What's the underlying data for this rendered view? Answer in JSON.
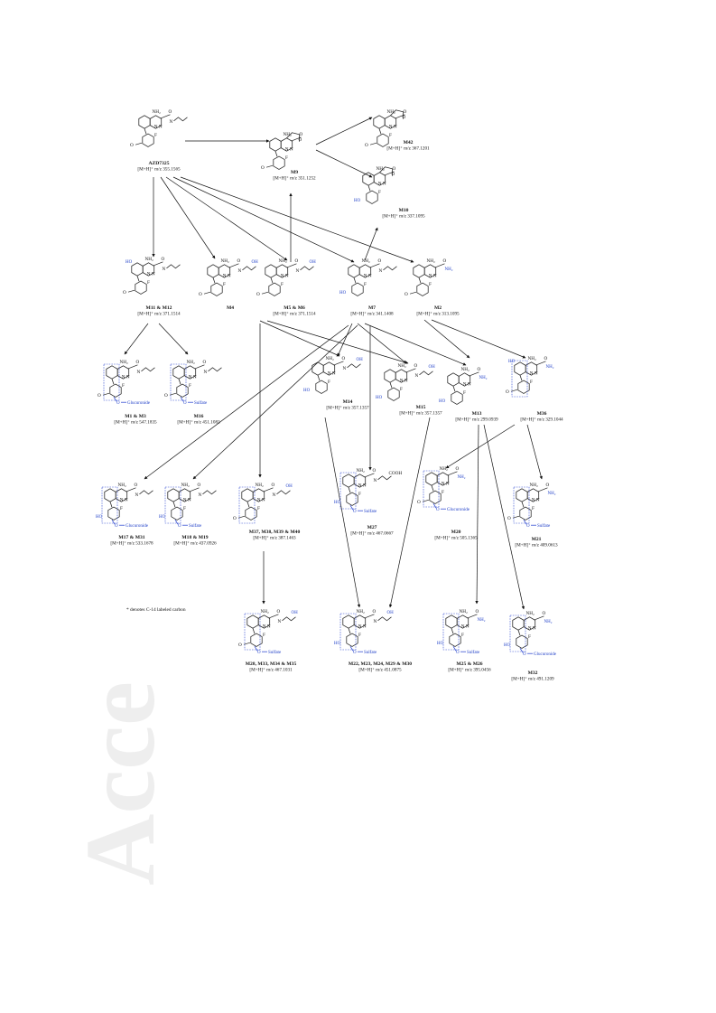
{
  "watermark": {
    "text": "Accepted Article",
    "visible_text": "Acce"
  },
  "colors": {
    "structure": "#222222",
    "metabolic_site": "#2a45d0",
    "watermark": "#eeeeee",
    "arrow": "#111111"
  },
  "note": "* denotes C-14 labeled carbon",
  "compounds": {
    "azd": {
      "name": "AZD7325",
      "mz": "[M+H]⁺ m/z 355.1565"
    },
    "m9": {
      "name": "M9",
      "mz": "[M+H]⁺ m/z 351.1252"
    },
    "m42": {
      "name": "M42",
      "mz": "[M+H]⁺ m/z 367.1201"
    },
    "m10": {
      "name": "M10",
      "mz": "[M+H]⁺ m/z 337.1095"
    },
    "m11": {
      "name": "M11 & M12",
      "mz": "[M+H]⁺ m/z 371.1514"
    },
    "m4": {
      "name": "M4",
      "mz": ""
    },
    "m5": {
      "name": "M5 & M6",
      "mz": "[M+H]⁺ m/z 371.1514"
    },
    "m7": {
      "name": "M7",
      "mz": "[M+H]⁺ m/z 341.1408"
    },
    "m2": {
      "name": "M2",
      "mz": "[M+H]⁺ m/z 313.1095"
    },
    "m1": {
      "name": "M1 & M3",
      "mz": "[M+H]⁺ m/z 547.1835"
    },
    "m16": {
      "name": "M16",
      "mz": "[M+H]⁺ m/z 451.1082"
    },
    "m14": {
      "name": "M14",
      "mz": "[M+H]⁺ m/z 357.1357"
    },
    "m15": {
      "name": "M15",
      "mz": "[M+H]⁺ m/z 357.1357"
    },
    "m13": {
      "name": "M13",
      "mz": "[M+H]⁺ m/z 299.0939"
    },
    "m36": {
      "name": "M36",
      "mz": "[M+H]⁺ m/z 329.1044"
    },
    "m17": {
      "name": "M17 & M31",
      "mz": "[M+H]⁺ m/z 533.1678"
    },
    "m18": {
      "name": "M18 & M19",
      "mz": "[M+H]⁺ m/z 437.0926"
    },
    "m37": {
      "name": "M37, M38, M39 & M40",
      "mz": "[M+H]⁺ m/z 387.1463"
    },
    "m27": {
      "name": "M27",
      "mz": "[M+H]⁺ m/z 467.0667"
    },
    "m20": {
      "name": "M20",
      "mz": "[M+H]⁺ m/z 505.1365"
    },
    "m21": {
      "name": "M21",
      "mz": "[M+H]⁺ m/z 409.0613"
    },
    "m28": {
      "name": "M28, M33, M34 & M35",
      "mz": "[M+H]⁺ m/z 467.1031"
    },
    "m22": {
      "name": "M22, M23, M24, M29 & M30",
      "mz": "[M+H]⁺ m/z 451.0875"
    },
    "m25": {
      "name": "M25 & M26",
      "mz": "[M+H]⁺ m/z 395.0456"
    },
    "m32": {
      "name": "M32",
      "mz": "[M+H]⁺ m/z 491.1209"
    }
  },
  "groups": {
    "nh2": "NH₂",
    "o": "O",
    "n": "N",
    "f": "F",
    "ho": "HO",
    "oh": "OH",
    "cooh": "COOH",
    "glucuronide": "Glucuronide",
    "sulfate": "Sulfate",
    "carbonyl": "O",
    "amide_nh2": "NH₂"
  }
}
